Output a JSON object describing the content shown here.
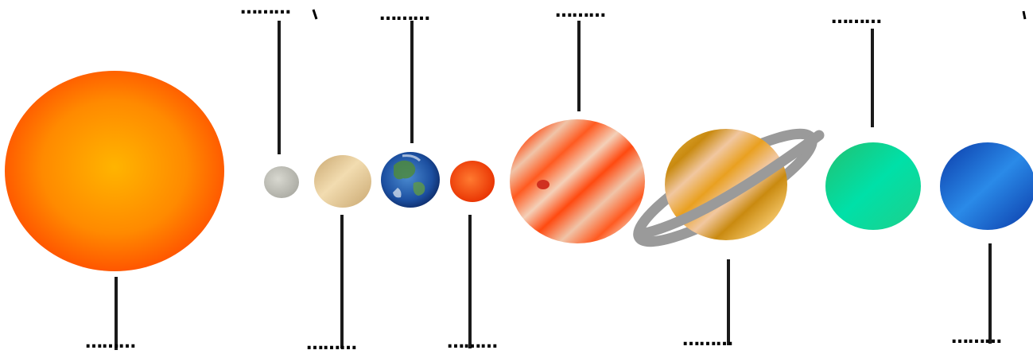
{
  "diagram": {
    "blank_label": "………",
    "bodies": [
      {
        "name": "sun",
        "colors": [
          "#ffb400",
          "#ff8a00",
          "#ff4e00"
        ]
      },
      {
        "name": "mercury",
        "colors": [
          "#d8d8d0",
          "#a8a8a0"
        ]
      },
      {
        "name": "venus",
        "colors": [
          "#f2dcb0",
          "#c9a770"
        ]
      },
      {
        "name": "earth",
        "colors": [
          "#1c4fa0",
          "#3f8a3a",
          "#0d2a66"
        ]
      },
      {
        "name": "mars",
        "colors": [
          "#ff7a30",
          "#e83000"
        ]
      },
      {
        "name": "jupiter",
        "colors": [
          "#ff4a10",
          "#f0c4a8",
          "#e25a1a"
        ]
      },
      {
        "name": "saturn",
        "colors": [
          "#e9b84a",
          "#f1c7a0",
          "#c98a10",
          "#9a9a9a"
        ]
      },
      {
        "name": "uranus",
        "colors": [
          "#1fcf8a",
          "#00e0a8"
        ]
      },
      {
        "name": "neptune",
        "colors": [
          "#1a5ad8",
          "#2a8ae8",
          "#0b3aa8"
        ]
      }
    ]
  }
}
